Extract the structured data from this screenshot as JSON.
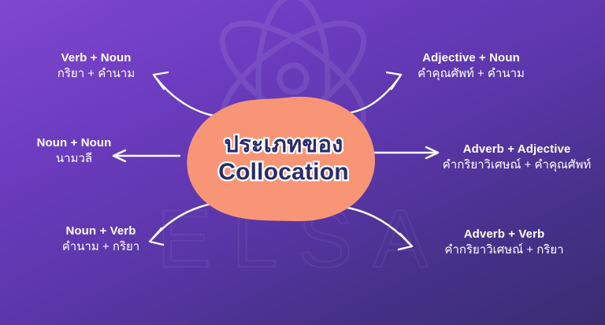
{
  "meta": {
    "title": "ประเภทของ Collocation",
    "background_gradient_from": "#7e47cf",
    "background_gradient_to": "#3a2d72",
    "blob_color": "#f89577",
    "center_text_color": "#2a2a6b",
    "label_color": "#ffffff"
  },
  "center": {
    "line1": "ประเภทของ",
    "line2": "Collocation"
  },
  "watermark": {
    "text": "ELSA"
  },
  "nodes": [
    {
      "id": "verb-noun",
      "en": "Verb + Noun",
      "th": "กริยา + คำนาม"
    },
    {
      "id": "adjective-noun",
      "en": "Adjective + Noun",
      "th": "คำคุณศัพท์ +  คำนาม"
    },
    {
      "id": "noun-noun",
      "en": "Noun + Noun",
      "th": "นามวลี"
    },
    {
      "id": "adverb-adjective",
      "en": "Adverb + Adjective",
      "th": "คำกริยาวิเศษณ์ + คำคุณศัพท์"
    },
    {
      "id": "noun-verb",
      "en": "Noun + Verb",
      "th": "คำนาม +  กริยา"
    },
    {
      "id": "adverb-verb",
      "en": "Adverb + Verb",
      "th": "คำกริยาวิเศษณ์ + กริยา"
    }
  ]
}
